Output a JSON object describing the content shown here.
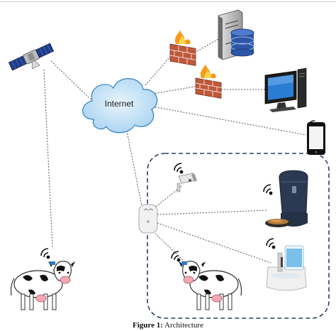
{
  "title": "Architecture diagram",
  "internet_label": "Internet",
  "caption": {
    "prefix": "Figure 1:",
    "text": " Architecture"
  },
  "nodes": {
    "satellite": "satellite-icon",
    "internet": "cloud-icon",
    "firewall_top": "firewall-icon",
    "firewall_bottom": "firewall-icon",
    "server": "server-database-icon",
    "desktop": "desktop-computer-icon",
    "phone": "smartphone-icon",
    "gateway": "iot-gateway-icon",
    "camera": "security-camera-icon",
    "feeder": "pet-feeder-icon",
    "water_dispenser": "water-dispenser-icon",
    "cow_left": "cow-icon",
    "cow_right": "cow-icon"
  },
  "colors": {
    "cloud_fill": "#cfe7f8",
    "cloud_stroke": "#2f7fc1",
    "boundary": "#2a3f66",
    "link": "#555555",
    "wifi": "#111111",
    "flame": "#f59a1a",
    "brick": "#c0583a"
  }
}
